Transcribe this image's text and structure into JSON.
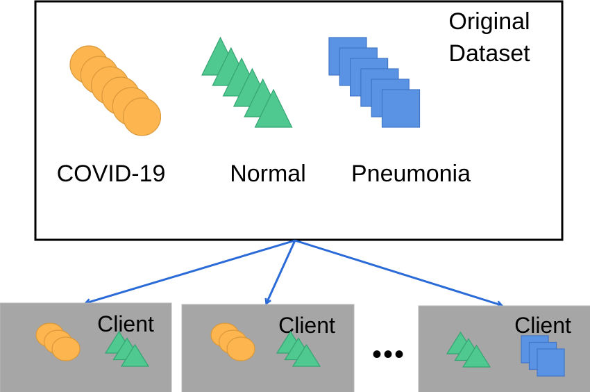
{
  "dataset": {
    "title_line1": "Original",
    "title_line2": "Dataset",
    "classes": [
      {
        "label": "COVID-19",
        "shape": "circle",
        "color": "#fdb54f",
        "stroke": "#d9983a"
      },
      {
        "label": "Normal",
        "shape": "triangle",
        "color": "#4fc990",
        "stroke": "#35a472"
      },
      {
        "label": "Pneumonia",
        "shape": "square",
        "color": "#5b93e4",
        "stroke": "#3f76c6"
      }
    ]
  },
  "clients": [
    {
      "label": "Client",
      "items": [
        "circle",
        "triangle"
      ]
    },
    {
      "label": "Client",
      "items": [
        "circle",
        "triangle"
      ]
    },
    {
      "label": "Client",
      "items": [
        "triangle",
        "square"
      ]
    }
  ],
  "ellipsis": "•••",
  "colors": {
    "arrow": "#2a6bd8",
    "client_bg": "#a6a6a6",
    "box_border": "#000000"
  }
}
